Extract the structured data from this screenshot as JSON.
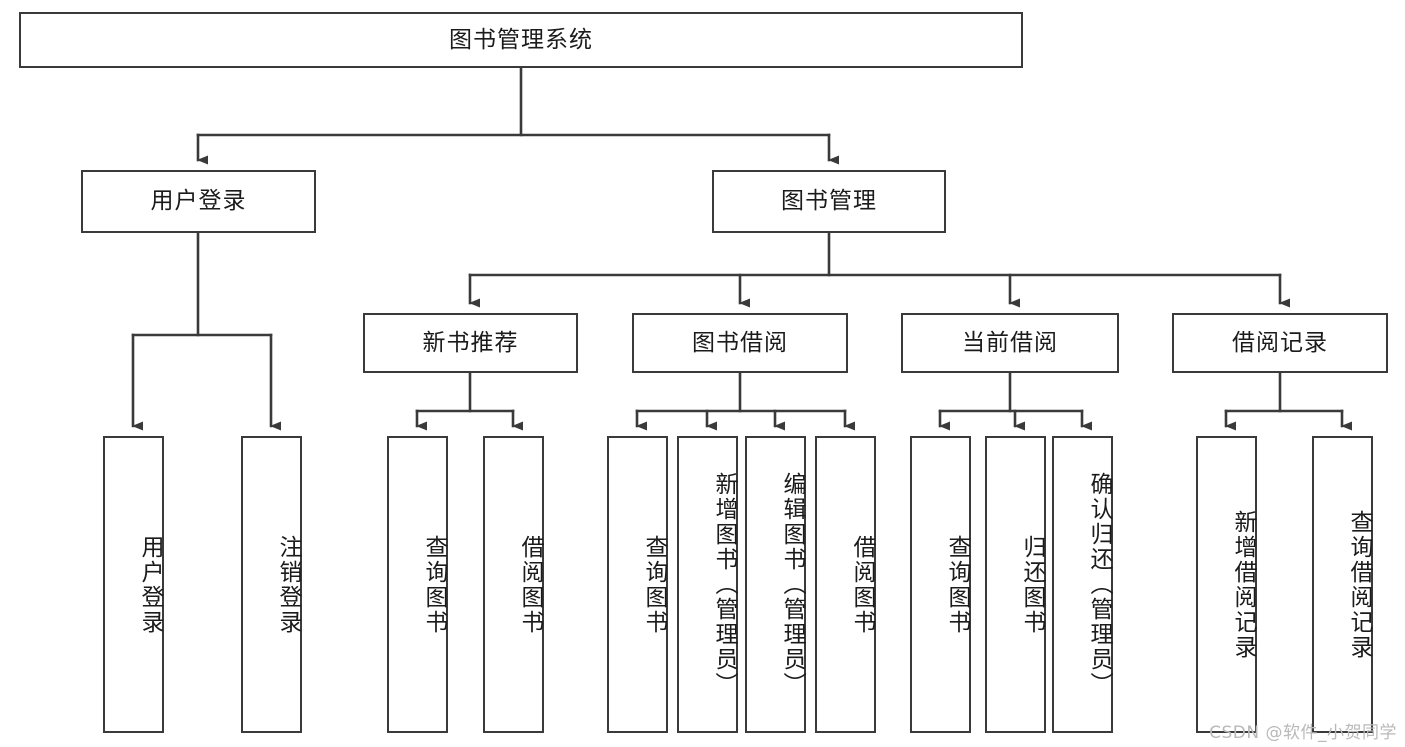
{
  "diagram": {
    "title": "图书管理系统",
    "type": "tree",
    "watermark": "CSDN @软件_小贺同学",
    "colors": {
      "box_border": "#3a3a3a",
      "box_fill": "#ffffff",
      "connector": "#3a3a3a",
      "text": "#1b1b1b",
      "watermark": "#b9b9b9",
      "background": "#ffffff"
    },
    "levels": {
      "root": "图书管理系统",
      "level2": [
        "用户登录",
        "图书管理"
      ],
      "level3": [
        "新书推荐",
        "图书借阅",
        "当前借阅",
        "借阅记录"
      ],
      "level4": [
        "用户登录",
        "注销登录",
        "查询图书",
        "借阅图书",
        "查询图书",
        "新增图书（管理员）",
        "编辑图书（管理员）",
        "借阅图书",
        "查询图书",
        "归还图书",
        "确认归还（管理员）",
        "新增借阅记录",
        "查询借阅记录"
      ]
    },
    "nodes": {
      "root": {
        "label": "图书管理系统"
      },
      "user_login": {
        "label": "用户登录"
      },
      "book_mgmt": {
        "label": "图书管理"
      },
      "new_book_rec": {
        "label": "新书推荐"
      },
      "book_borrow": {
        "label": "图书借阅"
      },
      "current_borrow": {
        "label": "当前借阅"
      },
      "borrow_record": {
        "label": "借阅记录"
      },
      "leaf_user_login": {
        "label": "用户登录"
      },
      "leaf_logout": {
        "label": "注销登录"
      },
      "leaf_query_book_1": {
        "label": "查询图书"
      },
      "leaf_borrow_book_1": {
        "label": "借阅图书"
      },
      "leaf_query_book_2": {
        "label": "查询图书"
      },
      "leaf_add_book_admin": {
        "label": "新增图书（管理员）"
      },
      "leaf_edit_book_admin": {
        "label": "编辑图书（管理员）"
      },
      "leaf_borrow_book_2": {
        "label": "借阅图书"
      },
      "leaf_query_book_3": {
        "label": "查询图书"
      },
      "leaf_return_book": {
        "label": "归还图书"
      },
      "leaf_confirm_return_admin": {
        "label": "确认归还（管理员）"
      },
      "leaf_add_borrow_record": {
        "label": "新增借阅记录"
      },
      "leaf_query_borrow_record": {
        "label": "查询借阅记录"
      }
    },
    "edges": [
      {
        "from": "root",
        "to": "user_login"
      },
      {
        "from": "root",
        "to": "book_mgmt"
      },
      {
        "from": "user_login",
        "to": "leaf_user_login"
      },
      {
        "from": "user_login",
        "to": "leaf_logout"
      },
      {
        "from": "book_mgmt",
        "to": "new_book_rec"
      },
      {
        "from": "book_mgmt",
        "to": "book_borrow"
      },
      {
        "from": "book_mgmt",
        "to": "current_borrow"
      },
      {
        "from": "book_mgmt",
        "to": "borrow_record"
      },
      {
        "from": "new_book_rec",
        "to": "leaf_query_book_1"
      },
      {
        "from": "new_book_rec",
        "to": "leaf_borrow_book_1"
      },
      {
        "from": "book_borrow",
        "to": "leaf_query_book_2"
      },
      {
        "from": "book_borrow",
        "to": "leaf_add_book_admin"
      },
      {
        "from": "book_borrow",
        "to": "leaf_edit_book_admin"
      },
      {
        "from": "book_borrow",
        "to": "leaf_borrow_book_2"
      },
      {
        "from": "current_borrow",
        "to": "leaf_query_book_3"
      },
      {
        "from": "current_borrow",
        "to": "leaf_return_book"
      },
      {
        "from": "current_borrow",
        "to": "leaf_confirm_return_admin"
      },
      {
        "from": "borrow_record",
        "to": "leaf_add_borrow_record"
      },
      {
        "from": "borrow_record",
        "to": "leaf_query_borrow_record"
      }
    ]
  }
}
